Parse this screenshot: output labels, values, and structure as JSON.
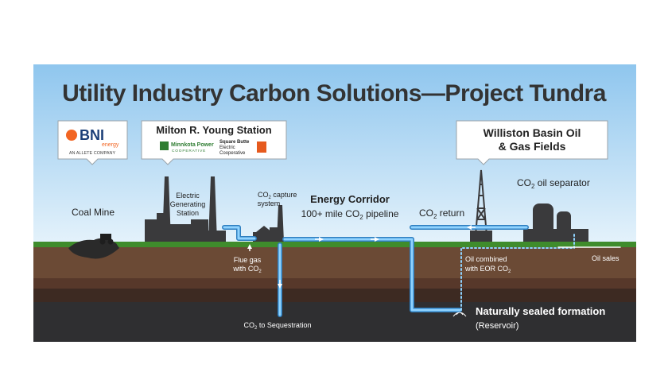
{
  "title": "Utility Industry Carbon Solutions—Project Tundra",
  "callouts": {
    "bni": {
      "logo_text": "BNI",
      "logo_sub": "energy",
      "tagline": "AN ALLETE COMPANY"
    },
    "milton": {
      "title": "Milton R. Young Station",
      "minnkota_line1": "Minnkota Power",
      "minnkota_line2": "COOPERATIVE",
      "square_butte": [
        "Square Butte",
        "Electric",
        "Cooperative"
      ]
    },
    "williston": {
      "line1": "Williston Basin Oil",
      "line2": "& Gas Fields"
    }
  },
  "labels": {
    "coal_mine": "Coal Mine",
    "electric_station": [
      "Electric",
      "Generating",
      "Station"
    ],
    "capture_system": [
      "capture",
      "system"
    ],
    "energy_corridor": "Energy Corridor",
    "pipeline": [
      "100+ mile CO",
      "pipeline"
    ],
    "co2_return": "return",
    "oil_separator": "oil separator",
    "flue_gas": [
      "Flue gas",
      "with CO"
    ],
    "oil_combined": [
      "Oil combined",
      "with EOR CO"
    ],
    "oil_sales": "Oil sales",
    "sealed_formation": "Naturally sealed formation",
    "reservoir": "(Reservoir)",
    "sequestration": "to Sequestration",
    "co": "CO",
    "sub2": "2"
  },
  "colors": {
    "sky_top": "#8fc6ee",
    "sky_bottom": "#e4f2fb",
    "grass": "#3f8c2c",
    "soil1": "#6b4a35",
    "soil2": "#57382a",
    "soil3": "#3d2a22",
    "rock": "#2f2f31",
    "pipe": "#8fd3ff",
    "pipe_edge": "#2f7fc0",
    "structure": "#3a3a3c",
    "title": "#333333"
  },
  "icons": [
    "arrow-icon",
    "smokestack-icon",
    "oil-derrick-icon",
    "separator-tank-icon",
    "coal-pile-icon",
    "tractor-icon"
  ]
}
